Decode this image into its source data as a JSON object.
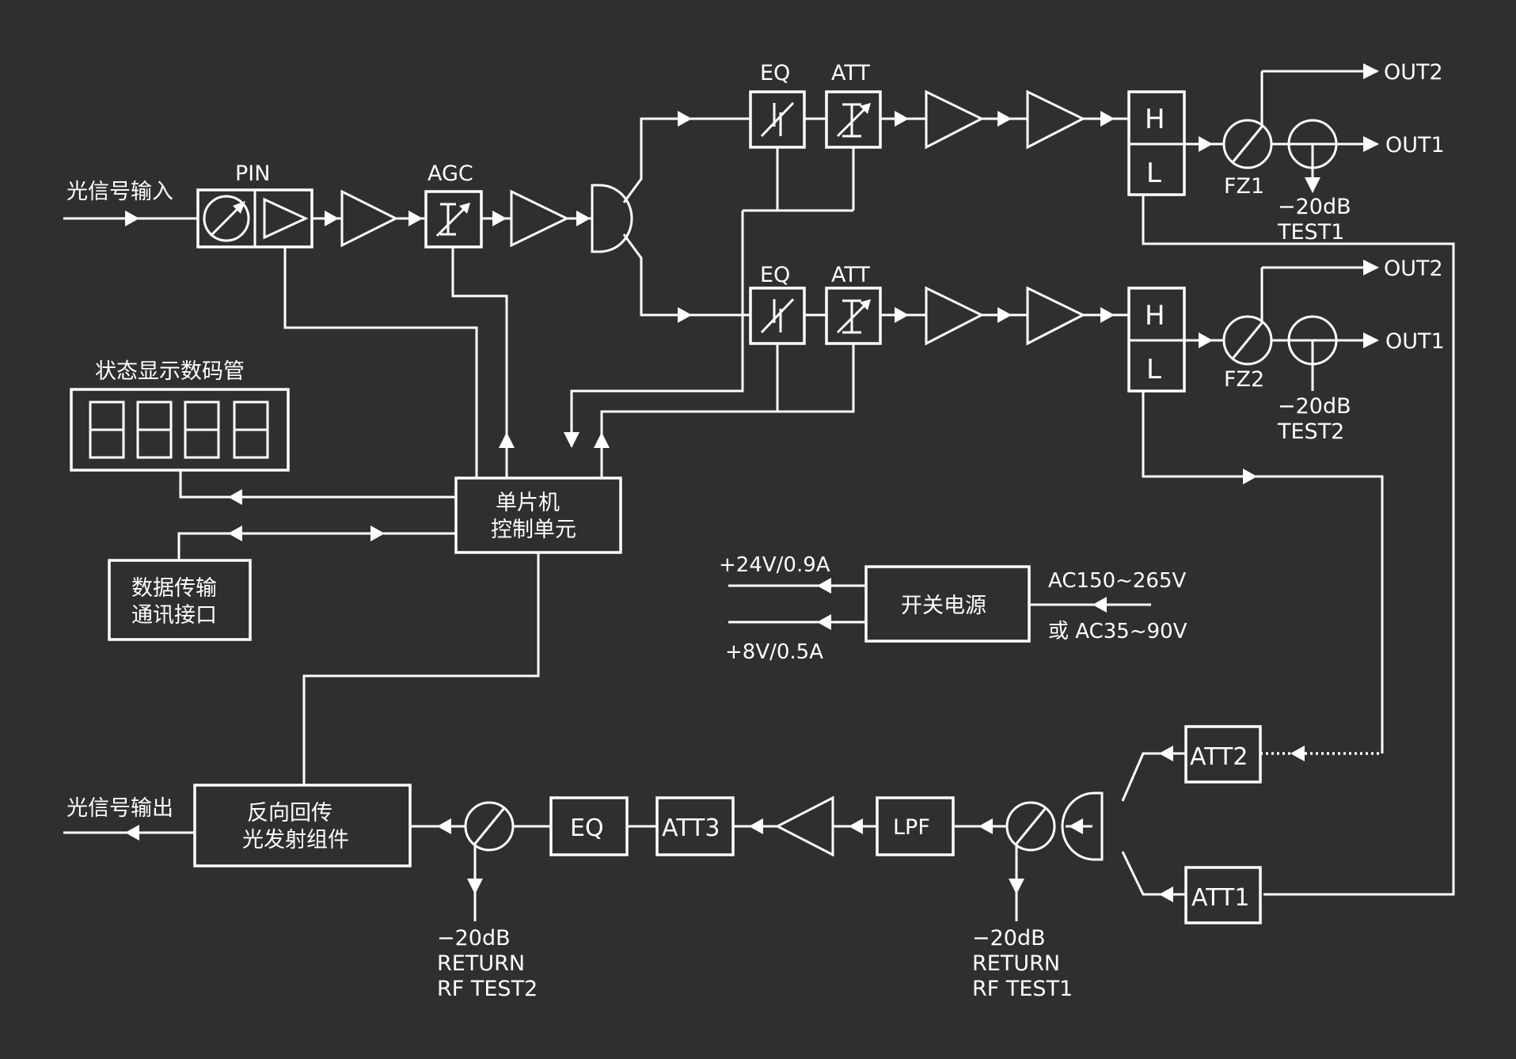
{
  "colors": {
    "background": "#2f2f2f",
    "stroke": "#ffffff"
  },
  "labels": {
    "optical_input": "光信号输入",
    "optical_output": "光信号输出",
    "pin": "PIN",
    "agc": "AGC",
    "eq_top": "EQ",
    "att_top": "ATT",
    "eq_mid": "EQ",
    "att_mid": "ATT",
    "h1": "H",
    "l1": "L",
    "h2": "H",
    "l2": "L",
    "fz1": "FZ1",
    "fz2": "FZ2",
    "out2_a": "OUT2",
    "out1_a": "OUT1",
    "out2_b": "OUT2",
    "out1_b": "OUT1",
    "minus20_a": "−20dB",
    "test1": "TEST1",
    "minus20_b": "−20dB",
    "test2": "TEST2",
    "display_title": "状态显示数码管",
    "mcu_line1": "单片机",
    "mcu_line2": "控制单元",
    "comm_line1": "数据传输",
    "comm_line2": "通讯接口",
    "psu": "开关电源",
    "v24": "+24V/0.9A",
    "v8": "+8V/0.5A",
    "ac1": "AC150~265V",
    "ac2": "或 AC35~90V",
    "return_tx_line1": "反向回传",
    "return_tx_line2": "光发射组件",
    "eq_ret": "EQ",
    "att3": "ATT3",
    "lpf": "LPF",
    "att2": "ATT2",
    "att1": "ATT1",
    "ret_minus20_a": "−20dB",
    "ret_return_a": "RETURN",
    "ret_rftest2": "RF TEST2",
    "ret_minus20_b": "−20dB",
    "ret_return_b": "RETURN",
    "ret_rftest1": "RF TEST1"
  }
}
